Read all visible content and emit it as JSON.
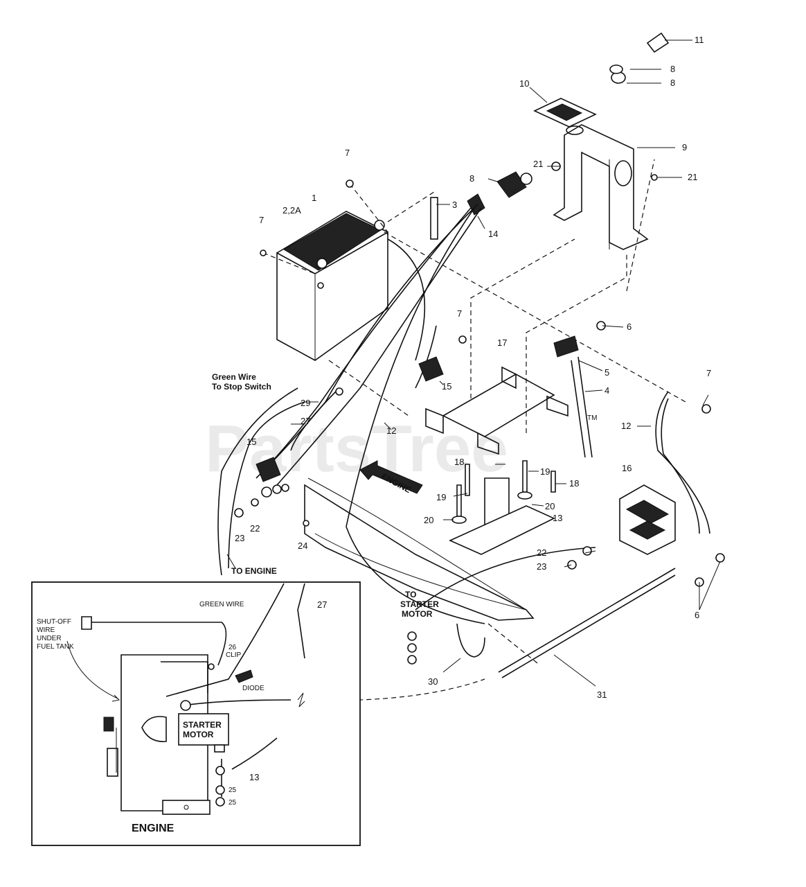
{
  "watermark": "PartsTree",
  "trademark": "TM",
  "callouts": {
    "c1": "1",
    "c2": "2,2A",
    "c3": "3",
    "c4": "4",
    "c5": "5",
    "c6a": "6",
    "c6b": "6",
    "c7a": "7",
    "c7b": "7",
    "c7c": "7",
    "c7d": "7",
    "c8a": "8",
    "c8b": "8",
    "c8c": "8",
    "c9": "9",
    "c10": "10",
    "c11": "11",
    "c12a": "12",
    "c12b": "12",
    "c13a": "13",
    "c13b": "13",
    "c14": "14",
    "c15a": "15",
    "c15b": "15",
    "c16": "16",
    "c17": "17",
    "c18a": "18",
    "c18b": "18",
    "c19a": "19",
    "c19b": "19",
    "c20a": "20",
    "c20b": "20",
    "c21a": "21",
    "c21b": "21",
    "c22a": "22",
    "c22b": "22",
    "c23a": "23",
    "c23b": "23",
    "c24": "24",
    "c25a": "25",
    "c25b": "25",
    "c26": "26",
    "c27a": "27",
    "c27b": "27",
    "c29": "29",
    "c30": "30",
    "c31": "31"
  },
  "labels": {
    "green_wire_1": "Green Wire",
    "green_wire_2": "To Stop Switch",
    "to_engine": "TO ENGINE",
    "engine_arrow": "ENGINE",
    "to_starter_1": "TO",
    "to_starter_2": "STARTER",
    "to_starter_3": "MOTOR"
  },
  "inset": {
    "green_wire": "GREEN WIRE",
    "shutoff_1": "SHUT-OFF",
    "shutoff_2": "WIRE",
    "shutoff_3": "UNDER",
    "shutoff_4": "FUEL TANK",
    "clip": "CLIP",
    "diode": "DIODE",
    "starter_1": "STARTER",
    "starter_2": "MOTOR",
    "engine": "ENGINE"
  }
}
